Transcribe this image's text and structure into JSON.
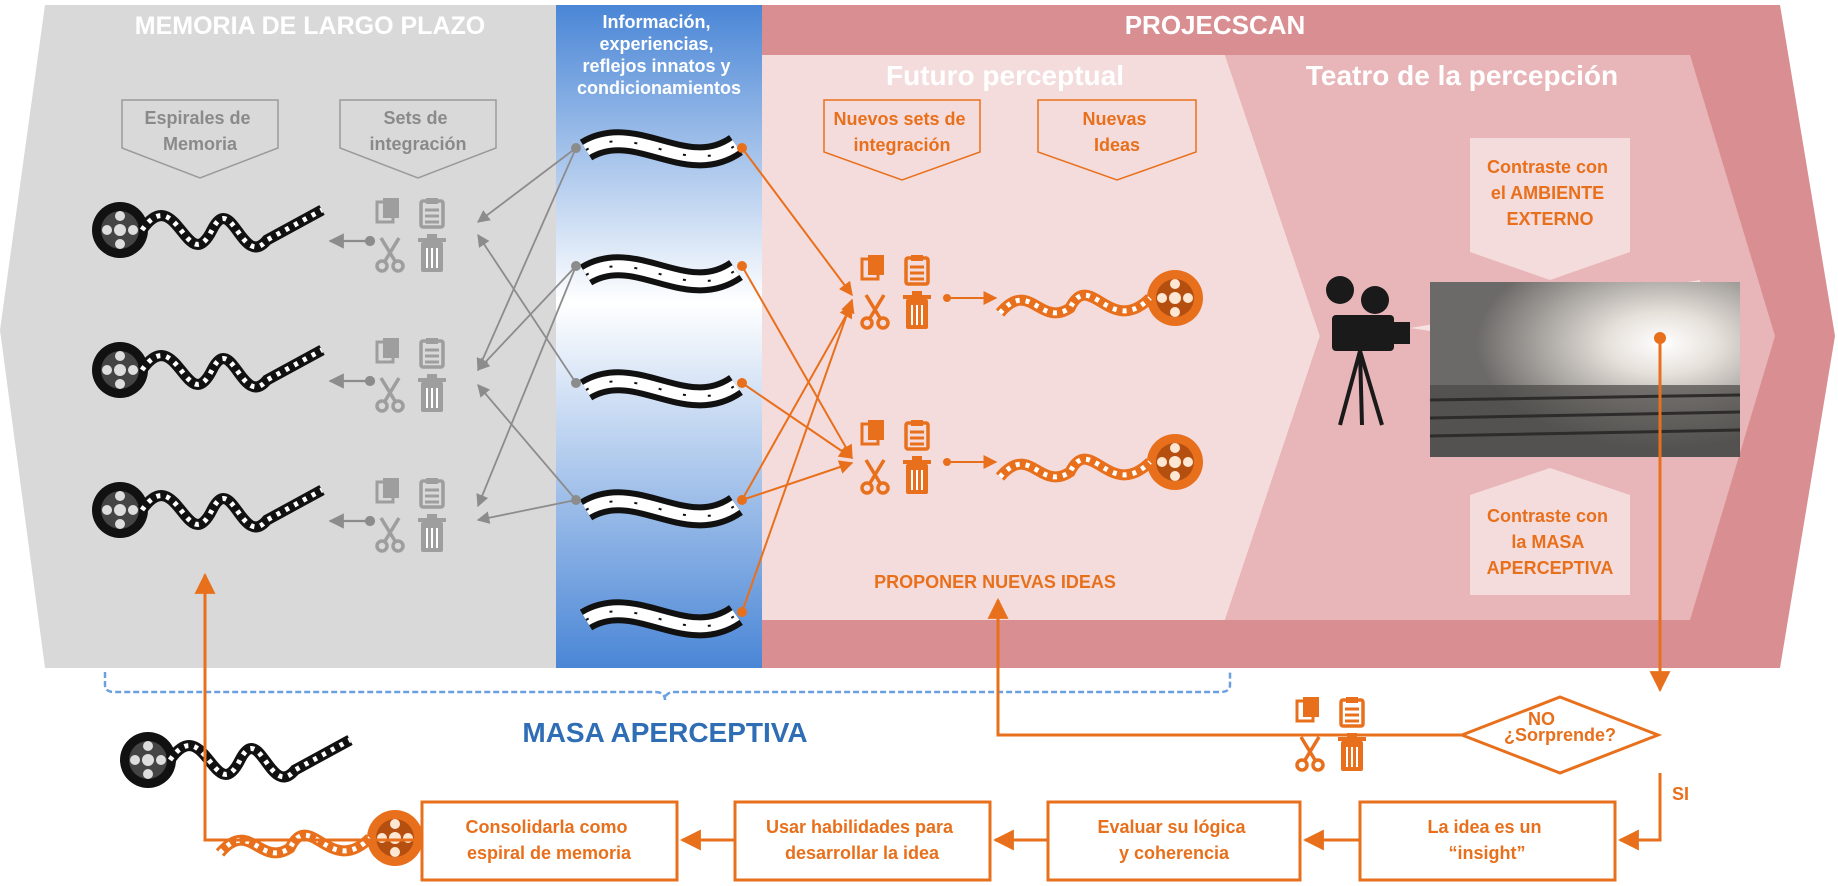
{
  "sections": {
    "memoria_title": "MEMORIA DE LARGO PLAZO",
    "info_title_lines": [
      "Información,",
      "experiencias,",
      "reflejos innatos y",
      "condicionamientos"
    ],
    "projecscan_title": "PROJECSCAN",
    "futuro_title": "Futuro perceptual",
    "teatro_title": "Teatro de la percepción"
  },
  "memoria_labels": {
    "espirales_lines": [
      "Espirales de",
      "Memoria"
    ],
    "sets_lines": [
      "Sets de",
      "integración"
    ]
  },
  "futuro_labels": {
    "nuevos_sets_lines": [
      "Nuevos sets de",
      "integración"
    ],
    "nuevas_ideas_lines": [
      "Nuevas",
      "Ideas"
    ],
    "proponer": "PROPONER NUEVAS IDEAS"
  },
  "teatro_labels": {
    "contraste_ambiente_lines": [
      "Contraste con",
      "el AMBIENTE",
      "EXTERNO"
    ],
    "contraste_masa_lines": [
      "Contraste con",
      "la MASA",
      "APERCEPTIVA"
    ]
  },
  "masa_aperceptiva": "MASA APERCEPTIVA",
  "decision": {
    "question": "¿Sorprende?",
    "no_label": "NO",
    "si_label": "SI"
  },
  "process_steps": [
    {
      "lines": [
        "Consolidarla como",
        "espiral de memoria"
      ]
    },
    {
      "lines": [
        "Usar habilidades para",
        "desarrollar la idea"
      ]
    },
    {
      "lines": [
        "Evaluar su lógica",
        "y coherencia"
      ]
    },
    {
      "lines": [
        "La idea es un",
        "“insight”"
      ]
    }
  ],
  "icons": [
    "film-reel-icon",
    "film-strip-icon",
    "copy-icon",
    "clipboard-icon",
    "scissors-icon",
    "trash-icon",
    "projector-icon",
    "cinema-hall-image"
  ],
  "colors": {
    "memoria_gray": "#d9d9d9",
    "info_blue": "#4a86d6",
    "projecscan_red": "#d98f92",
    "futuro_pink": "#f4dcdc",
    "teatro_pink": "#e8b6b8",
    "orange": "#e8701c",
    "gray_icon": "#9e9e9e",
    "masa_blue": "#2f6db5"
  }
}
